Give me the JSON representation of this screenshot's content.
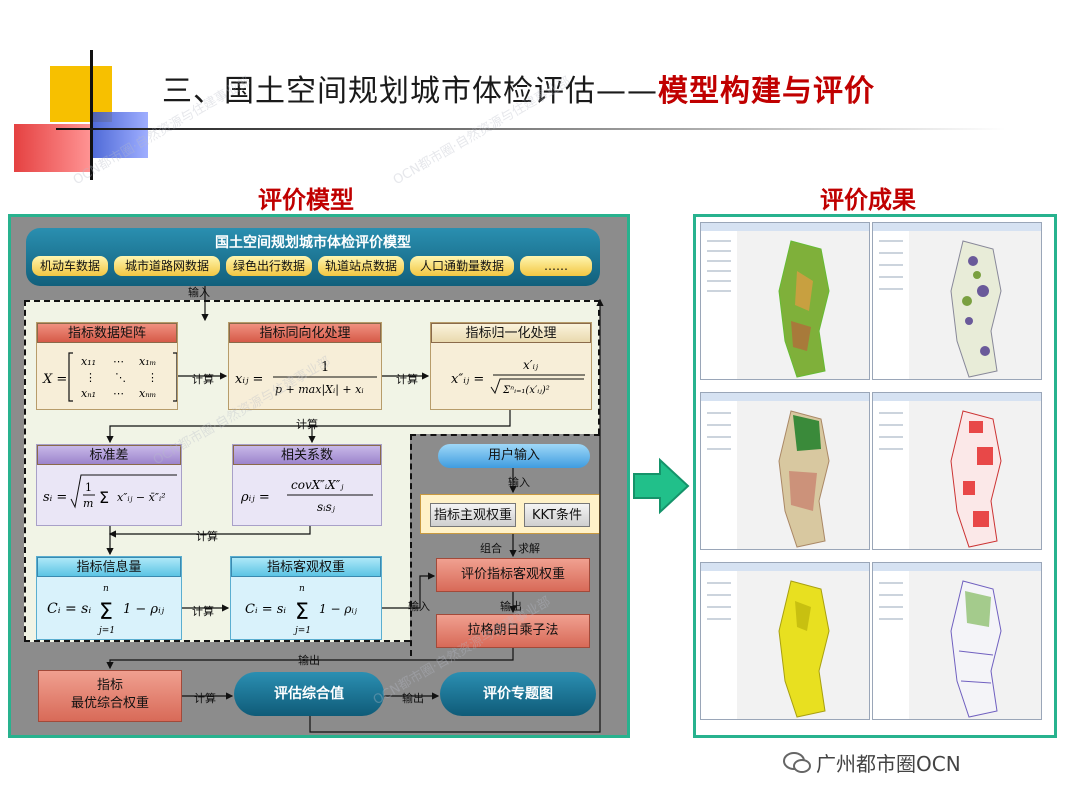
{
  "header": {
    "title_prefix": "三、国土空间规划城市体检评估——",
    "title_highlight": "模型构建与评价"
  },
  "left_section_title": "评价模型",
  "right_section_title": "评价成果",
  "model": {
    "banner_title": "国土空间规划城市体检评价模型",
    "inputs": [
      "机动车数据",
      "城市道路网数据",
      "绿色出行数据",
      "轨道站点数据",
      "人口通勤量数据",
      "……"
    ],
    "labels": {
      "input": "输入",
      "calc": "计算",
      "output": "输出",
      "combine": "组合",
      "solve": "求解"
    },
    "boxes": {
      "matrix": "指标数据矩阵",
      "homogenize": "指标同向化处理",
      "normalize": "指标归一化处理",
      "std": "标准差",
      "corr": "相关系数",
      "info": "指标信息量",
      "objective": "指标客观权重",
      "user_input": "用户输入",
      "subjective": "指标主观权重",
      "kkt": "KKT条件",
      "eval_objective": "评价指标客观权重",
      "lagrange": "拉格朗日乘子法",
      "optimal_line1": "指标",
      "optimal_line2": "最优综合权重",
      "composite": "评估综合值",
      "thematic": "评价专题图"
    }
  },
  "watermark": "OCN都市圈·自然资源与住建事业部",
  "brand": "广州都市圈OCN",
  "colors": {
    "accent_red": "#c00000",
    "frame_green": "#28b28e",
    "banner_blue": "#12607c"
  }
}
